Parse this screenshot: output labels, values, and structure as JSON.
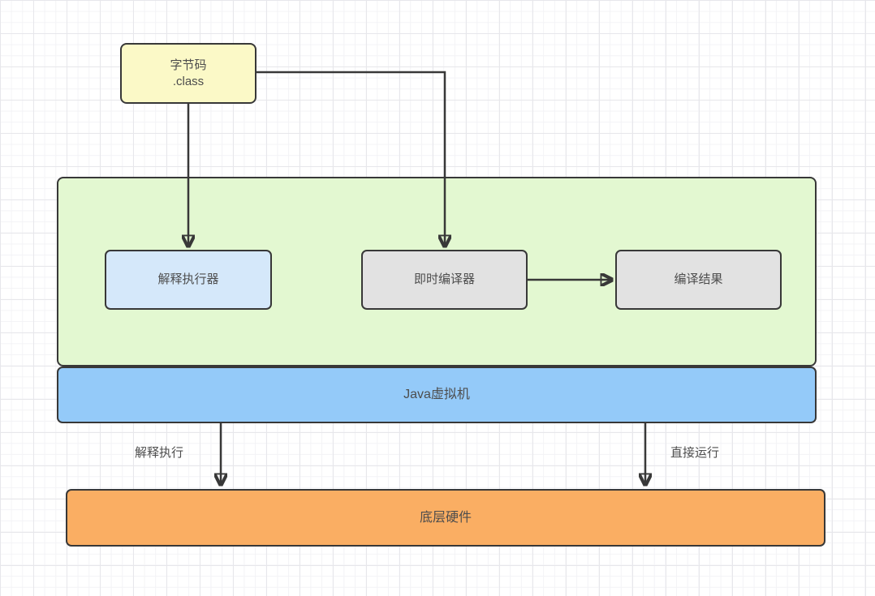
{
  "diagram": {
    "nodes": {
      "bytecode": {
        "line1": "字节码",
        "line2": ".class"
      },
      "interpreter": {
        "label": "解释执行器"
      },
      "jit_compiler": {
        "label": "即时编译器"
      },
      "compile_result": {
        "label": "编译结果"
      },
      "jvm": {
        "label": "Java虚拟机"
      },
      "hardware": {
        "label": "底层硬件"
      }
    },
    "edge_labels": {
      "interpreted_execution": "解释执行",
      "direct_run": "直接运行"
    },
    "colors": {
      "bytecode_fill": "#fbf9c7",
      "container_fill": "#e3f8d1",
      "interpreter_fill": "#d5e8fa",
      "compiler_fill": "#e2e2e2",
      "result_fill": "#e2e2e2",
      "jvm_fill": "#94caf9",
      "hardware_fill": "#faae63",
      "stroke": "#383838",
      "text": "#4d4d4d"
    }
  }
}
